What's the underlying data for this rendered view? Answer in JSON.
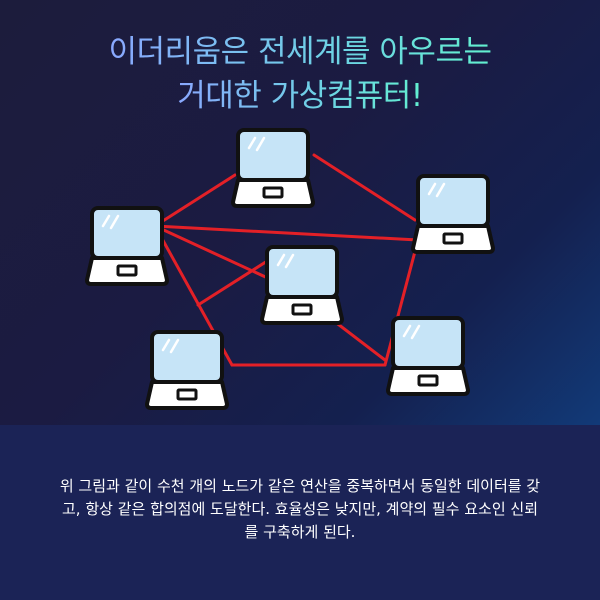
{
  "title": {
    "line1": "이더리움은 전세계를 아우르는",
    "line2": "거대한 가상컴퓨터!"
  },
  "caption": {
    "line1": "위 그림과 같이 수천 개의 노드가 같은 연산을 중복하면서 동일한 데이터를 갖",
    "line2": "고, 항상 같은 합의점에 도달한다. 효율성은 낮지만, 계약의 필수 요소인 신뢰",
    "line3": "를 구축하게 된다."
  },
  "colors": {
    "link": "#e32027",
    "screen": "#c6e4f7",
    "outline": "#111111",
    "base": "#ffffff"
  }
}
